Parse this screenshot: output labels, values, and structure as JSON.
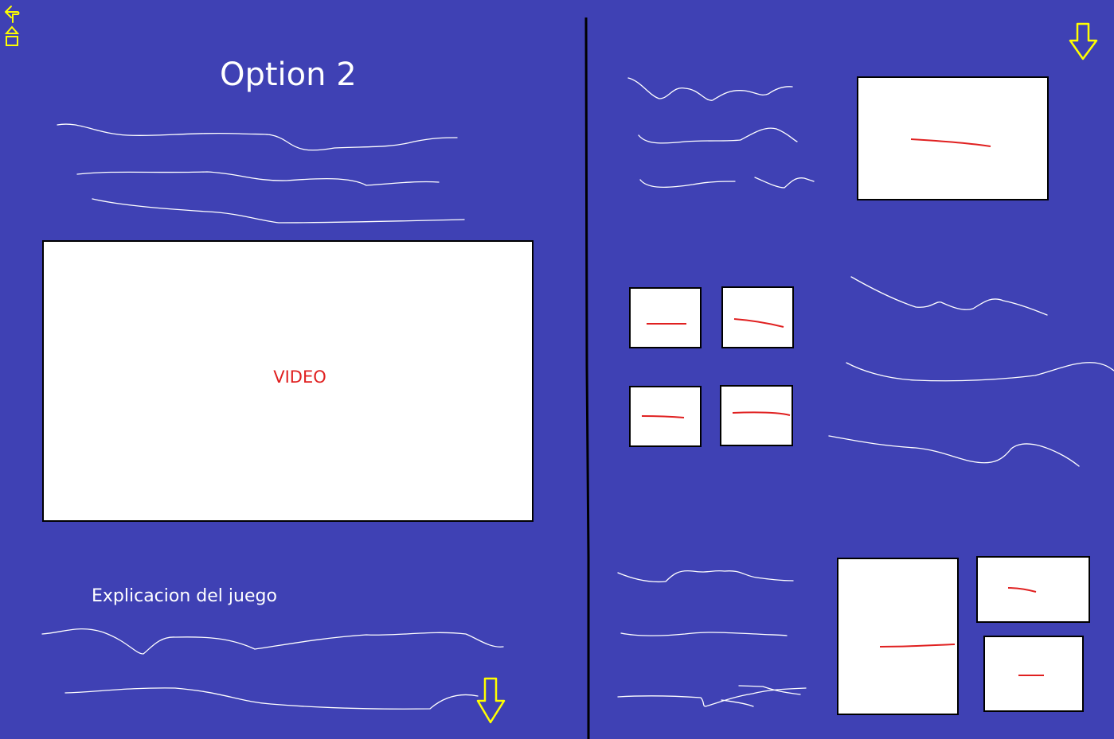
{
  "header": {
    "title": "Option 2",
    "home_icon": "back-home-icon"
  },
  "left": {
    "video_label": "VIDEO",
    "explanation_label": "Explicacion del juego"
  },
  "icons": {
    "scroll_down": "arrow-down-icon"
  },
  "colors": {
    "background": "#3f41b4",
    "accent": "#ffff00",
    "placeholder_line": "#e02020",
    "text_line": "#ffffff",
    "divider": "#000000"
  }
}
